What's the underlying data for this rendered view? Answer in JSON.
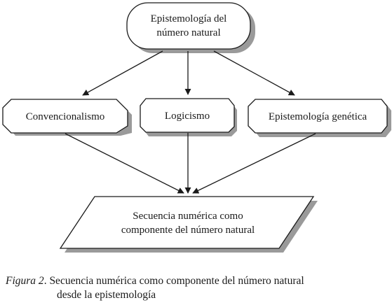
{
  "diagram": {
    "top_node": {
      "line1": "Epistemología del",
      "line2": "número natural"
    },
    "middle_nodes": {
      "left": "Convencionalismo",
      "center": "Logicismo",
      "right": "Epistemología genética"
    },
    "bottom_node": {
      "line1": "Secuencia numérica como",
      "line2": "componente del número natural"
    }
  },
  "caption": {
    "label": "Figura 2",
    "line1": ". Secuencia numérica como componente del número natural",
    "line2": "desde la epistemología"
  }
}
